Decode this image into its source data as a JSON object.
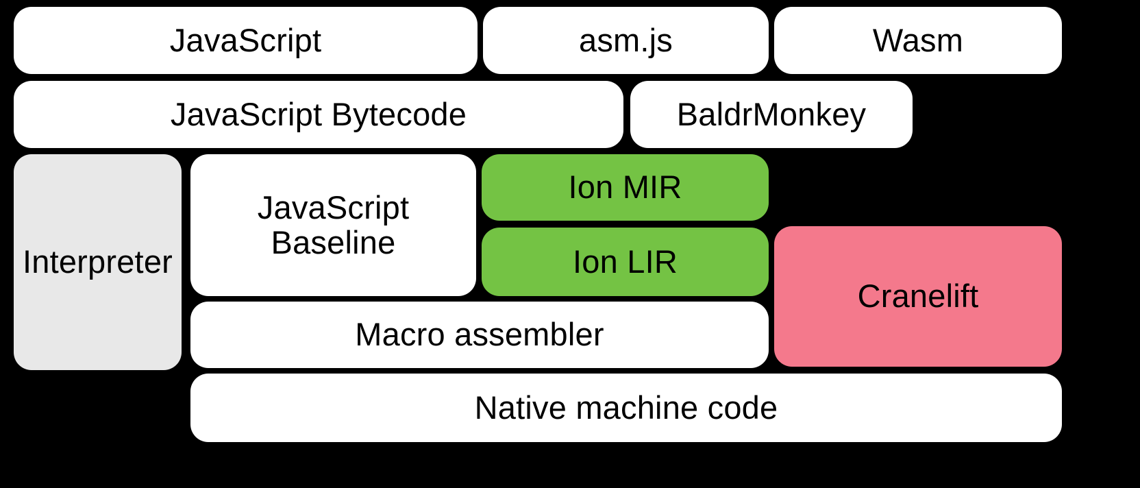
{
  "diagram": {
    "title": "SpiderMonkey compilation pipeline stack",
    "background_color": "#000000",
    "colors": {
      "white": "#ffffff",
      "gray": "#e8e8e8",
      "green": "#74c344",
      "pink": "#f4798c",
      "text": "#000000"
    },
    "rows": [
      {
        "name": "source-languages",
        "nodes": [
          "javascript",
          "asmjs",
          "wasm"
        ]
      },
      {
        "name": "intermediate-representations",
        "nodes": [
          "javascript-bytecode",
          "baldrmonkey"
        ]
      },
      {
        "name": "execution-tiers",
        "nodes": [
          "interpreter",
          "javascript-baseline",
          "ion-mir",
          "ion-lir",
          "cranelift"
        ]
      },
      {
        "name": "backend",
        "nodes": [
          "macro-assembler"
        ]
      },
      {
        "name": "output",
        "nodes": [
          "native-machine-code"
        ]
      }
    ],
    "nodes": {
      "javascript": {
        "label": "JavaScript",
        "fill": "white"
      },
      "asmjs": {
        "label": "asm.js",
        "fill": "white"
      },
      "wasm": {
        "label": "Wasm",
        "fill": "white"
      },
      "javascript_bytecode": {
        "label": "JavaScript Bytecode",
        "fill": "white"
      },
      "baldrmonkey": {
        "label": "BaldrMonkey",
        "fill": "white"
      },
      "interpreter": {
        "label": "Interpreter",
        "fill": "gray"
      },
      "javascript_baseline": {
        "label": "JavaScript\nBaseline",
        "fill": "white"
      },
      "ion_mir": {
        "label": "Ion MIR",
        "fill": "green"
      },
      "ion_lir": {
        "label": "Ion LIR",
        "fill": "green"
      },
      "cranelift": {
        "label": "Cranelift",
        "fill": "pink"
      },
      "macro_assembler": {
        "label": "Macro assembler",
        "fill": "white"
      },
      "native_machine_code": {
        "label": "Native machine code",
        "fill": "white"
      }
    }
  }
}
